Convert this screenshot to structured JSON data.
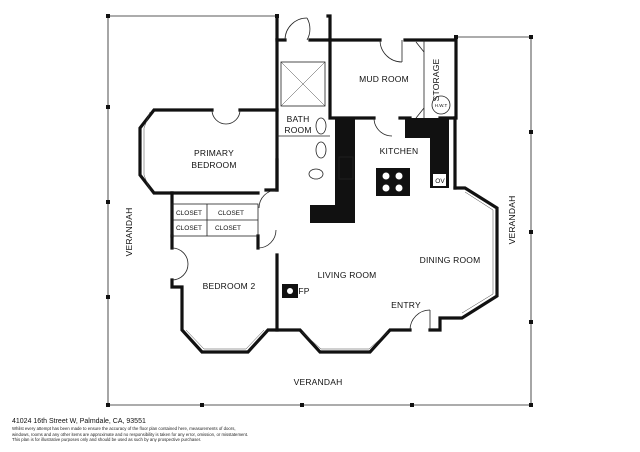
{
  "rooms": {
    "verandah_top_left": "",
    "verandah_left": "VERANDAH",
    "verandah_right": "VERANDAH",
    "verandah_bottom": "VERANDAH",
    "mud_room": "MUD ROOM",
    "storage": "STORAGE",
    "hwt": "H.W.T",
    "bath_line1": "BATH",
    "bath_line2": "ROOM",
    "primary_line1": "PRIMARY",
    "primary_line2": "BEDROOM",
    "kitchen": "KITCHEN",
    "ov": "OV",
    "closet_1": "CLOSET",
    "closet_2": "CLOSET",
    "closet_3": "CLOSET",
    "closet_4": "CLOSET",
    "bedroom2": "BEDROOM 2",
    "living_room": "LIVING ROOM",
    "dining_room": "DINING ROOM",
    "fp": "FP",
    "entry": "ENTRY"
  },
  "footer": {
    "address": "41024 16th Street W, Palmdale, CA, 93551",
    "disclaimer_1": "Whilst every attempt has been made to ensure the accuracy of the floor plan contained here, measurements of doors,",
    "disclaimer_2": "windows, rooms and any other items are approximate and no responsibility is taken for any error, omission, or misstatement.",
    "disclaimer_3": "This plan is for illustrative purposes only and should be used as such by any prospective purchaser."
  }
}
